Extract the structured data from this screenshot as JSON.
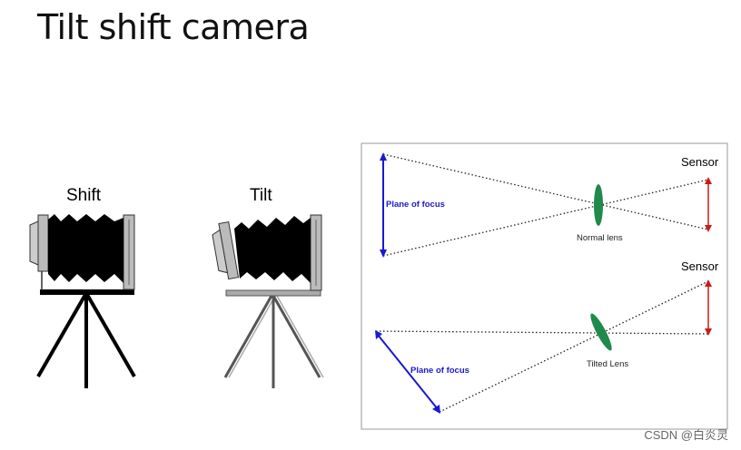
{
  "page": {
    "title": "Tilt shift camera"
  },
  "cameras": {
    "shift": {
      "label": "Shift"
    },
    "tilt": {
      "label": "Tilt"
    }
  },
  "optics": {
    "top": {
      "sensor_label": "Sensor",
      "focus_label": "Plane of focus",
      "lens_label": "Normal lens"
    },
    "bottom": {
      "sensor_label": "Sensor",
      "focus_label": "Plane of focus",
      "lens_label": "Tilted Lens"
    },
    "colors": {
      "focus": "#1a1acc",
      "sensor": "#cc1a1a",
      "lens": "#1f8a4c"
    }
  },
  "watermark": "CSDN @白炎灵"
}
